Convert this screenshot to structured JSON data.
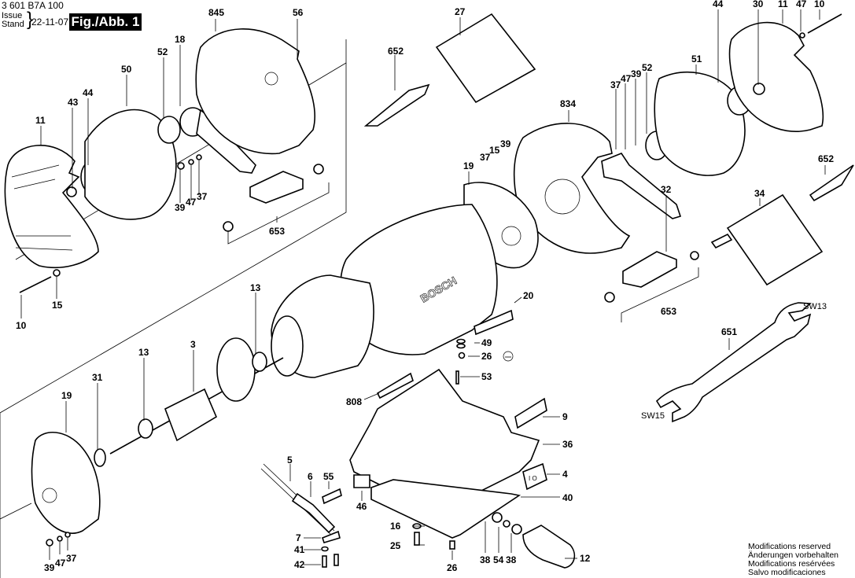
{
  "header": {
    "document_code": "3 601 B7A 100",
    "issue_label": "Issue",
    "stand_label": "Stand",
    "date": "22-11-07",
    "figure_label": "Fig./Abb. 1"
  },
  "footer_notice": [
    "Modifications reserved",
    "Änderungen vorbehalten",
    "Modifications resérvées",
    "Salvo modificaciones"
  ],
  "brand_mark": "BOSCH",
  "switch_marking": "I O",
  "wrench_sizes": {
    "left": "SW15",
    "right": "SW13"
  },
  "part_labels": [
    {
      "id": "l845",
      "text": "845"
    },
    {
      "id": "l56",
      "text": "56"
    },
    {
      "id": "l18",
      "text": "18"
    },
    {
      "id": "l52a",
      "text": "52"
    },
    {
      "id": "l50",
      "text": "50"
    },
    {
      "id": "l44a",
      "text": "44"
    },
    {
      "id": "l43",
      "text": "43"
    },
    {
      "id": "l11a",
      "text": "11"
    },
    {
      "id": "l39a",
      "text": "39"
    },
    {
      "id": "l47a",
      "text": "47"
    },
    {
      "id": "l37a",
      "text": "37"
    },
    {
      "id": "l653a",
      "text": "653"
    },
    {
      "id": "l10a",
      "text": "10"
    },
    {
      "id": "l15a",
      "text": "15"
    },
    {
      "id": "l27",
      "text": "27"
    },
    {
      "id": "l652a",
      "text": "652"
    },
    {
      "id": "l834",
      "text": "834"
    },
    {
      "id": "l19a",
      "text": "19"
    },
    {
      "id": "l37b",
      "text": "37"
    },
    {
      "id": "l15b",
      "text": "15"
    },
    {
      "id": "l39b",
      "text": "39"
    },
    {
      "id": "l44b",
      "text": "44"
    },
    {
      "id": "l30",
      "text": "30"
    },
    {
      "id": "l11b",
      "text": "11"
    },
    {
      "id": "l47b",
      "text": "47"
    },
    {
      "id": "l10b",
      "text": "10"
    },
    {
      "id": "l51",
      "text": "51"
    },
    {
      "id": "l37c",
      "text": "37"
    },
    {
      "id": "l47c",
      "text": "47"
    },
    {
      "id": "l39c",
      "text": "39"
    },
    {
      "id": "l52b",
      "text": "52"
    },
    {
      "id": "l652b",
      "text": "652"
    },
    {
      "id": "l32",
      "text": "32"
    },
    {
      "id": "l34",
      "text": "34"
    },
    {
      "id": "l653b",
      "text": "653"
    },
    {
      "id": "l651",
      "text": "651"
    },
    {
      "id": "l13a",
      "text": "13"
    },
    {
      "id": "l3",
      "text": "3"
    },
    {
      "id": "l13b",
      "text": "13"
    },
    {
      "id": "l31",
      "text": "31"
    },
    {
      "id": "l19b",
      "text": "19"
    },
    {
      "id": "l20",
      "text": "20"
    },
    {
      "id": "l49",
      "text": "49"
    },
    {
      "id": "l26a",
      "text": "26"
    },
    {
      "id": "l53",
      "text": "53"
    },
    {
      "id": "l808",
      "text": "808"
    },
    {
      "id": "l9",
      "text": "9"
    },
    {
      "id": "l36",
      "text": "36"
    },
    {
      "id": "l4",
      "text": "4"
    },
    {
      "id": "l40",
      "text": "40"
    },
    {
      "id": "l5",
      "text": "5"
    },
    {
      "id": "l6",
      "text": "6"
    },
    {
      "id": "l55",
      "text": "55"
    },
    {
      "id": "l46",
      "text": "46"
    },
    {
      "id": "l7",
      "text": "7"
    },
    {
      "id": "l41",
      "text": "41"
    },
    {
      "id": "l42",
      "text": "42"
    },
    {
      "id": "l16",
      "text": "16"
    },
    {
      "id": "l25",
      "text": "25"
    },
    {
      "id": "l26b",
      "text": "26"
    },
    {
      "id": "l38a",
      "text": "38"
    },
    {
      "id": "l54",
      "text": "54"
    },
    {
      "id": "l38b",
      "text": "38"
    },
    {
      "id": "l12",
      "text": "12"
    },
    {
      "id": "l39d",
      "text": "39"
    },
    {
      "id": "l47d",
      "text": "47"
    },
    {
      "id": "l37d",
      "text": "37"
    }
  ]
}
